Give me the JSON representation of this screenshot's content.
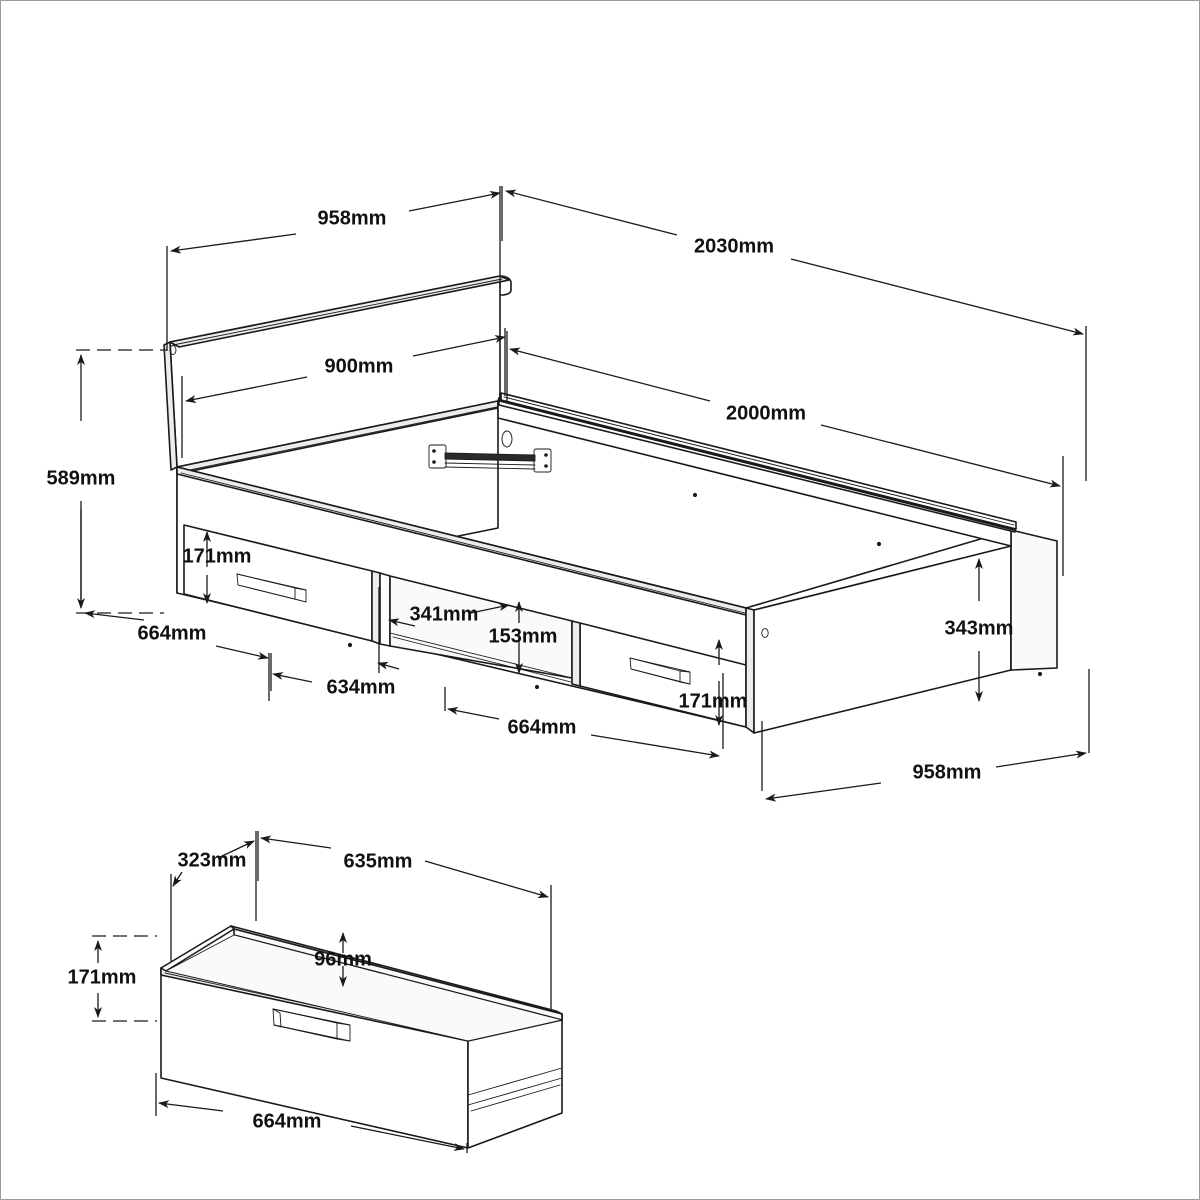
{
  "drawing": {
    "title": "Bed with storage drawers - assembly dimension drawing",
    "units": "mm",
    "line_color": "#1a1a1a",
    "background": "#ffffff",
    "border_color": "#9a9a9a"
  },
  "views": {
    "bed": {
      "name": "Single bed with two under-bed storage drawers (isometric)",
      "dimensions": {
        "headboard_width_outer": "958mm",
        "bed_length_outer": "2030mm",
        "headboard_width_inner": "900mm",
        "bed_length_inner": "2000mm",
        "headboard_height": "589mm",
        "drawer_front_height_left": "171mm",
        "drawer_front_height_right": "171mm",
        "side_panel_depth_left": "664mm",
        "drawer_opening_width": "634mm",
        "centre_divider_width": "341mm",
        "plinth_height": "153mm",
        "side_panel_depth_right": "664mm",
        "footboard_height": "343mm",
        "footboard_width": "958mm"
      }
    },
    "drawer": {
      "name": "Storage drawer (isometric detail)",
      "dimensions": {
        "drawer_depth": "323mm",
        "drawer_box_length": "635mm",
        "drawer_front_height": "171mm",
        "drawer_side_height": "96mm",
        "drawer_front_width": "664mm"
      }
    }
  },
  "labels": {
    "d_958_top": "958mm",
    "d_2030": "2030mm",
    "d_900": "900mm",
    "d_2000": "2000mm",
    "d_589": "589mm",
    "d_171_left": "171mm",
    "d_664_left": "664mm",
    "d_341": "341mm",
    "d_153": "153mm",
    "d_634": "634mm",
    "d_664_mid": "664mm",
    "d_171_right": "171mm",
    "d_343": "343mm",
    "d_958_bottom": "958mm",
    "d_323": "323mm",
    "d_635": "635mm",
    "d_171_drawer": "171mm",
    "d_96": "96mm",
    "d_664_drawer": "664mm"
  }
}
